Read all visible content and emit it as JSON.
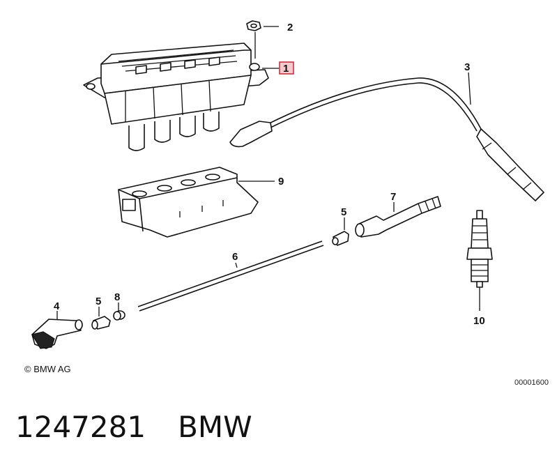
{
  "diagram": {
    "callouts": [
      {
        "id": "c1",
        "label": "1",
        "highlighted": true
      },
      {
        "id": "c2",
        "label": "2"
      },
      {
        "id": "c3",
        "label": "3"
      },
      {
        "id": "c4",
        "label": "4"
      },
      {
        "id": "c5a",
        "label": "5"
      },
      {
        "id": "c5b",
        "label": "5"
      },
      {
        "id": "c6",
        "label": "6"
      },
      {
        "id": "c7",
        "label": "7"
      },
      {
        "id": "c8",
        "label": "8"
      },
      {
        "id": "c9",
        "label": "9"
      },
      {
        "id": "c10",
        "label": "10"
      }
    ],
    "copyright": "© BMW AG",
    "diagram_number": "00001600",
    "highlight_color": "#c0283a"
  },
  "footer": {
    "part_number": "1247281",
    "brand": "BMW"
  }
}
